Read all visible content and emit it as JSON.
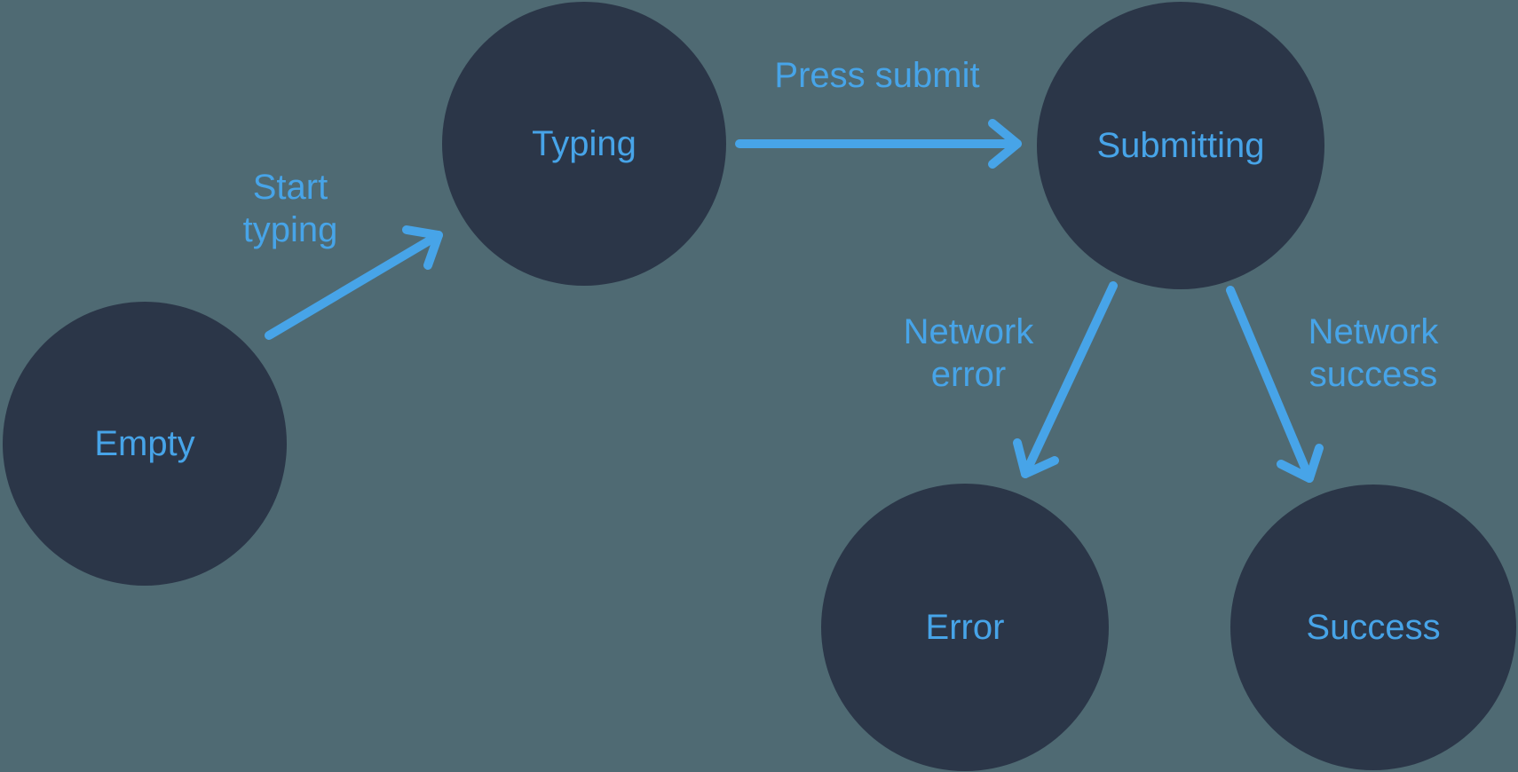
{
  "diagram": {
    "type": "state-machine",
    "nodes": [
      {
        "id": "empty",
        "label": "Empty"
      },
      {
        "id": "typing",
        "label": "Typing"
      },
      {
        "id": "submitting",
        "label": "Submitting"
      },
      {
        "id": "error",
        "label": "Error"
      },
      {
        "id": "success",
        "label": "Success"
      }
    ],
    "edges": [
      {
        "from": "empty",
        "to": "typing",
        "label": "Start typing"
      },
      {
        "from": "typing",
        "to": "submitting",
        "label": "Press submit"
      },
      {
        "from": "submitting",
        "to": "error",
        "label": "Network error"
      },
      {
        "from": "submitting",
        "to": "success",
        "label": "Network success"
      }
    ],
    "colors": {
      "background": "#4F6A73",
      "node_fill": "#2B3648",
      "accent": "#47A4E8"
    }
  }
}
